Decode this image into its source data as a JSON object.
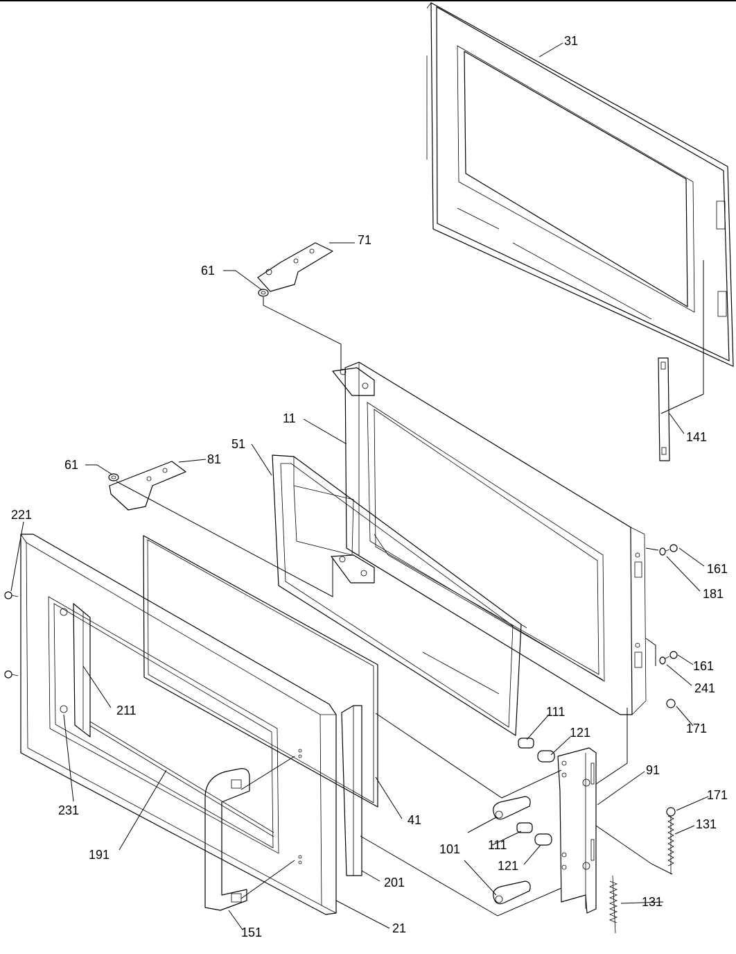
{
  "callouts": {
    "l31": "31",
    "l71": "71",
    "l61a": "61",
    "l141": "141",
    "l11": "11",
    "l51": "51",
    "l61b": "61",
    "l81": "81",
    "l221": "221",
    "l161a": "161",
    "l181": "181",
    "l161b": "161",
    "l241": "241",
    "l211": "211",
    "l111a": "111",
    "l121a": "121",
    "l171a": "171",
    "l231": "231",
    "l91": "91",
    "l171b": "171",
    "l131a": "131",
    "l41": "41",
    "l101": "101",
    "l111b": "111",
    "l121b": "121",
    "l191": "191",
    "l201": "201",
    "l131b": "131",
    "l151": "151",
    "l21": "21"
  }
}
